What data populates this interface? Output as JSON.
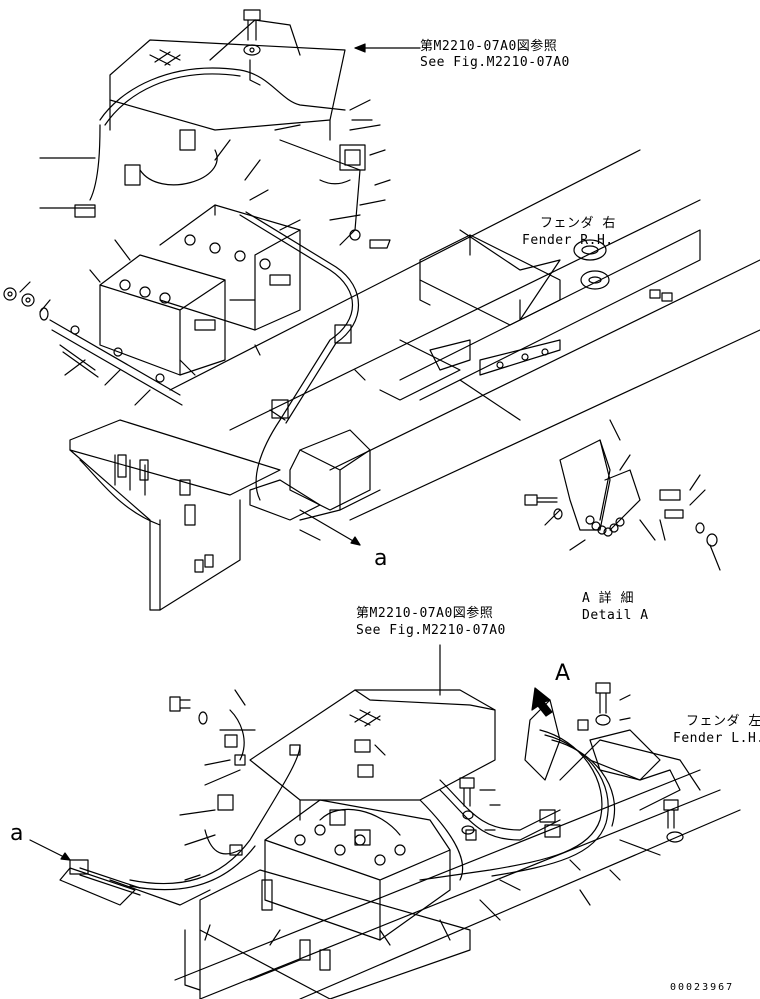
{
  "top_ref": {
    "jp": "第M2210-07A0図参照",
    "en": "See Fig.M2210-07A0"
  },
  "bottom_ref": {
    "jp": "第M2210-07A0図参照",
    "en": "See Fig.M2210-07A0"
  },
  "fender_rh": {
    "jp": "フェンダ 右",
    "en": "Fender R.H."
  },
  "fender_lh": {
    "jp": "フェンダ 左",
    "en": "Fender L.H."
  },
  "detail": {
    "jp": "A 詳 細",
    "en": "Detail A"
  },
  "mark_a_upper": "a",
  "mark_a_lower": "a",
  "mark_A": "A",
  "drawing_number": "00023967",
  "colors": {
    "line": "#000000",
    "background": "#ffffff"
  }
}
